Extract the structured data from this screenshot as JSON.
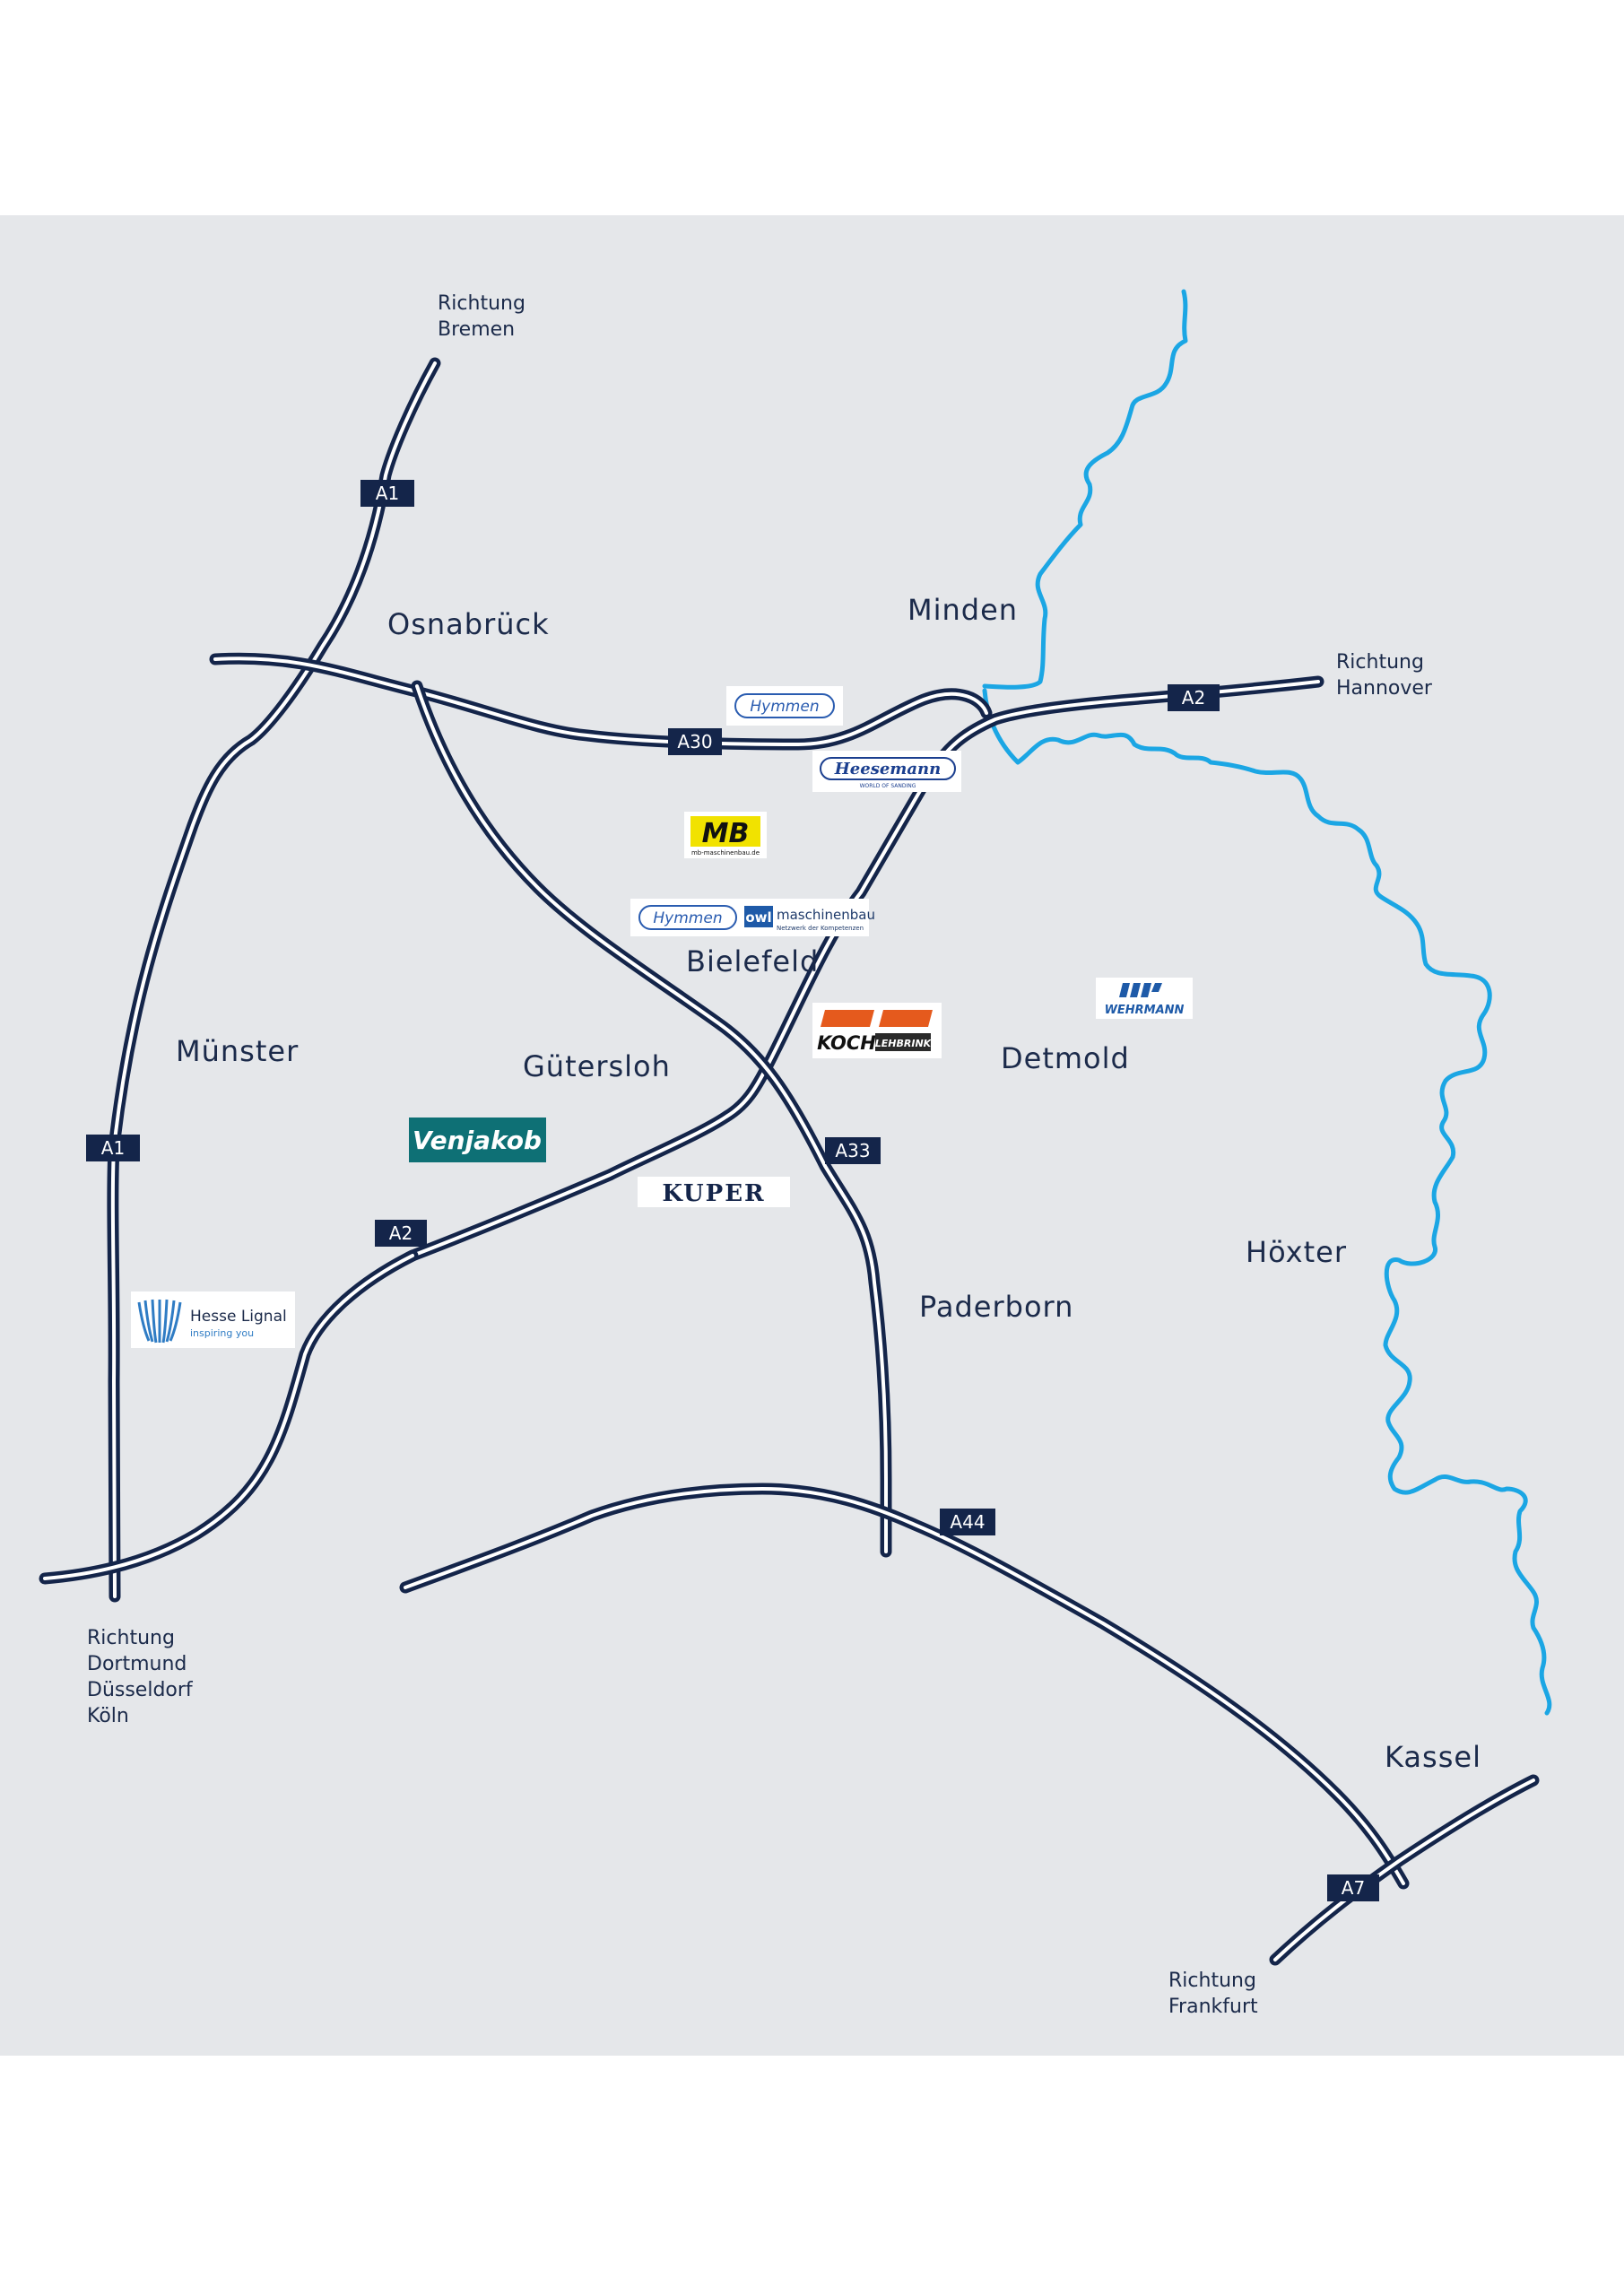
{
  "cities": {
    "osnabrueck": "Osnabrück",
    "minden": "Minden",
    "bielefeld": "Bielefeld",
    "muenster": "Münster",
    "guetersloh": "Gütersloh",
    "detmold": "Detmold",
    "hoexter": "Höxter",
    "paderborn": "Paderborn",
    "kassel": "Kassel"
  },
  "directions": {
    "bremen": [
      "Richtung",
      "Bremen"
    ],
    "hannover": [
      "Richtung",
      "Hannover"
    ],
    "sued_west": [
      "Richtung",
      "Dortmund",
      "Düsseldorf",
      "Köln"
    ],
    "frankfurt": [
      "Richtung",
      "Frankfurt"
    ]
  },
  "highways": {
    "a1_north": "A1",
    "a1_west": "A1",
    "a30": "A30",
    "a2_east": "A2",
    "a2_west": "A2",
    "a33": "A33",
    "a44": "A44",
    "a7": "A7"
  },
  "logos": {
    "hymmen_top": "Hymmen",
    "heesemann": "Heesemann",
    "heesemann_sub": "WORLD OF SANDING",
    "mb": "MB",
    "mb_sub": "mb-maschinenbau.de",
    "hymmen_mid": "Hymmen",
    "owl_badge": "owl",
    "owl_name": "maschinenbau",
    "owl_sub": "Netzwerk der Kompetenzen",
    "koch": "KOCH",
    "lehbrink": "LEHBRINK",
    "wehrmann": "WEHRMANN",
    "venjakob": "Venjakob",
    "kuper": "KUPER",
    "hesse_name": "Hesse Lignal",
    "hesse_sub": "inspiring you"
  },
  "colors": {
    "map_background": "#e5e7ea",
    "road": "#14254a",
    "river": "#1ba6e4",
    "text": "#1b2a4a"
  }
}
